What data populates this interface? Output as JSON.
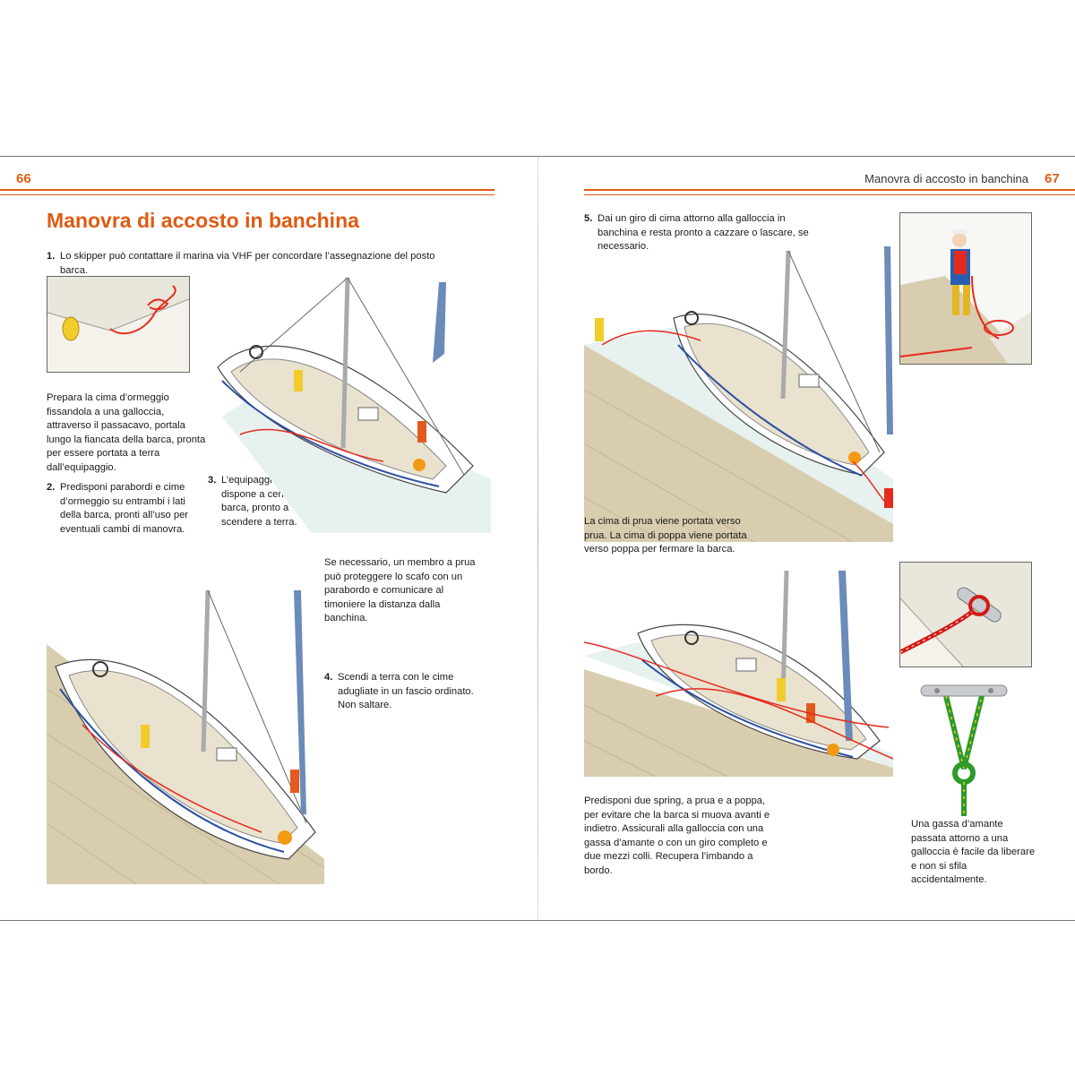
{
  "left_page": {
    "page_number": "66",
    "title": "Manovra di accosto in banchina",
    "step1": {
      "num": "1.",
      "text": "Lo skipper può contattare il marina via VHF per concordare l’assegnazione del posto barca."
    },
    "caption_cleat": "Prepara la cima d’ormeggio fissandola a una galloccia, attraverso il passacavo, portala lungo la fiancata della barca, pronta per essere portata a terra dall’equipaggio.",
    "step2": {
      "num": "2.",
      "text": "Predisponi parabordi e cime d’ormeggio su entrambi i lati della barca, pronti all’uso per eventuali cambi di manovra."
    },
    "step3": {
      "num": "3.",
      "text": "L’equipaggio si dispone a centro barca, pronto a scendere a terra."
    },
    "caption_bow": "Se necessario, un membro a prua può proteggere lo scafo con un parabordo e comunicare al timoniere la distanza dalla banchina.",
    "step4": {
      "num": "4.",
      "text": "Scendi a terra con le cime adugliate in un fascio ordinato. Non saltare."
    }
  },
  "right_page": {
    "page_number": "67",
    "running_head": "Manovra di accosto in banchina",
    "step5": {
      "num": "5.",
      "text": "Dai un giro di cima attorno alla galloccia in banchina e resta pronto a cazzare o lascare, se necessario."
    },
    "caption_lines": "La cima di prua viene portata verso prua. La cima di poppa viene portata verso poppa per fermare la barca.",
    "caption_springs": "Predisponi due spring, a prua e a poppa, per evitare che la barca si muova avanti e indietro. Assicurali alla galloccia con una gassa d’amante o con un giro completo e due mezzi colli. Recupera l’imbando a bordo.",
    "caption_knot": "Una gassa d’amante passata attorno a una galloccia è facile da liberare e non si sfila accidentalmente."
  },
  "colors": {
    "accent": "#e05a12",
    "deck": "#e9e2cf",
    "dock": "#d9cdb0",
    "water": "#dfeeee",
    "rope": "#e52b1e"
  }
}
